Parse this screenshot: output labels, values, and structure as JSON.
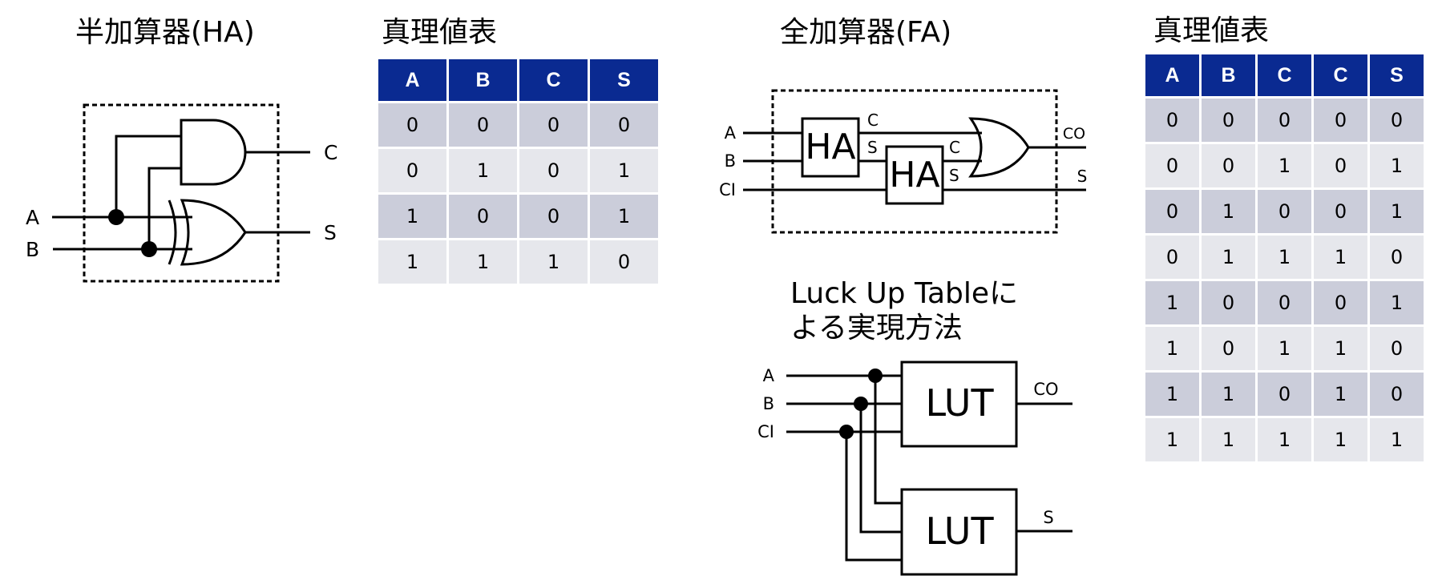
{
  "half_adder": {
    "title": "半加算器(HA)",
    "inputs": [
      "A",
      "B"
    ],
    "outputs": [
      "C",
      "S"
    ],
    "gates": [
      "AND",
      "XOR"
    ]
  },
  "ha_truth_table": {
    "title": "真理値表",
    "headers": [
      "A",
      "B",
      "C",
      "S"
    ],
    "rows": [
      [
        "0",
        "0",
        "0",
        "0"
      ],
      [
        "0",
        "1",
        "0",
        "1"
      ],
      [
        "1",
        "0",
        "0",
        "1"
      ],
      [
        "1",
        "1",
        "1",
        "0"
      ]
    ]
  },
  "full_adder": {
    "title": "全加算器(FA)",
    "inputs": [
      "A",
      "B",
      "CI"
    ],
    "block_label": "HA",
    "ha_port_labels": [
      "C",
      "S"
    ],
    "outputs": [
      "CO",
      "S"
    ],
    "gates": [
      "OR"
    ]
  },
  "lut_impl": {
    "title_line1": "Luck Up Tableに",
    "title_line2": "よる実現方法",
    "inputs": [
      "A",
      "B",
      "CI"
    ],
    "block_label": "LUT",
    "outputs": [
      "CO",
      "S"
    ]
  },
  "fa_truth_table": {
    "title": "真理値表",
    "headers": [
      "A",
      "B",
      "C",
      "C",
      "S"
    ],
    "rows": [
      [
        "0",
        "0",
        "0",
        "0",
        "0"
      ],
      [
        "0",
        "0",
        "1",
        "0",
        "1"
      ],
      [
        "0",
        "1",
        "0",
        "0",
        "1"
      ],
      [
        "0",
        "1",
        "1",
        "1",
        "0"
      ],
      [
        "1",
        "0",
        "0",
        "0",
        "1"
      ],
      [
        "1",
        "0",
        "1",
        "1",
        "0"
      ],
      [
        "1",
        "1",
        "0",
        "1",
        "0"
      ],
      [
        "1",
        "1",
        "1",
        "1",
        "1"
      ]
    ]
  },
  "colors": {
    "header_bg": "#0a2a91",
    "row_dark": "#cbcdda",
    "row_light": "#e6e7ec"
  }
}
